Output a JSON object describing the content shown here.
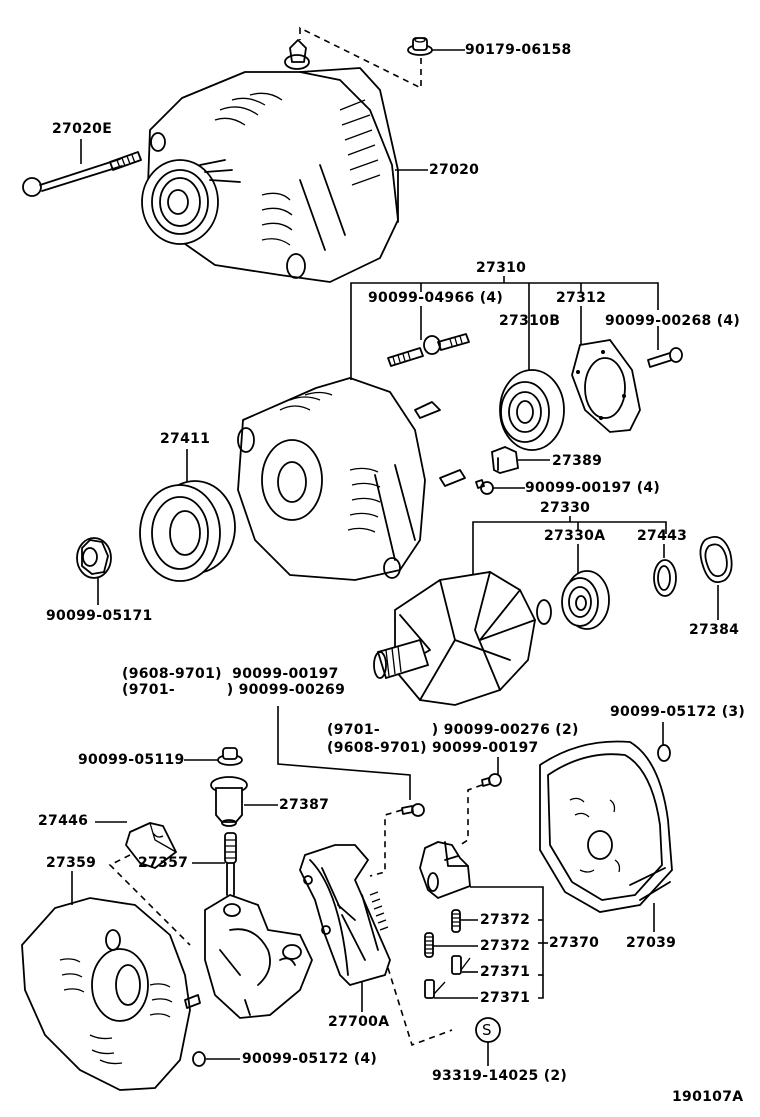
{
  "diagram": {
    "title": "Alternator exploded parts diagram",
    "illustration_code": "190107A",
    "line_color": "#000000",
    "background_color": "#ffffff",
    "parts": [
      {
        "id": "p_90179_06158",
        "label": "90179-06158",
        "depicts": "nut"
      },
      {
        "id": "p_27020E",
        "label": "27020E",
        "depicts": "bolt"
      },
      {
        "id": "p_27020",
        "label": "27020",
        "depicts": "alternator assembly"
      },
      {
        "id": "p_27310",
        "label": "27310",
        "depicts": "drive end frame assembly"
      },
      {
        "id": "p_90099_04966",
        "label": "90099-04966 (4)",
        "depicts": "stud bolt"
      },
      {
        "id": "p_27312",
        "label": "27312",
        "depicts": "bearing retainer plate"
      },
      {
        "id": "p_27310B",
        "label": "27310B",
        "depicts": "bearing"
      },
      {
        "id": "p_90099_00268",
        "label": "90099-00268 (4)",
        "depicts": "screw"
      },
      {
        "id": "p_27411",
        "label": "27411",
        "depicts": "pulley"
      },
      {
        "id": "p_27389",
        "label": "27389",
        "depicts": "cover"
      },
      {
        "id": "p_90099_00197_4",
        "label": "90099-00197 (4)",
        "depicts": "screw"
      },
      {
        "id": "p_27330",
        "label": "27330",
        "depicts": "rotor assembly"
      },
      {
        "id": "p_27330A",
        "label": "27330A",
        "depicts": "rotor bearing"
      },
      {
        "id": "p_27443",
        "label": "27443",
        "depicts": "bearing cover"
      },
      {
        "id": "p_27384",
        "label": "27384",
        "depicts": "insulator ring"
      },
      {
        "id": "p_90099_05171",
        "label": "90099-05171",
        "depicts": "pulley nut"
      },
      {
        "id": "p_group_a",
        "lines": [
          "(9608-9701)  90099-00197",
          "(9701-          ) 90099-00269"
        ],
        "depicts": "screw (date variants)"
      },
      {
        "id": "p_group_b",
        "lines": [
          "(9701-          ) 90099-00276 (2)",
          "(9608-9701) 90099-00197"
        ],
        "depicts": "screw (date variants)"
      },
      {
        "id": "p_90099_05172_3",
        "label": "90099-05172 (3)",
        "depicts": "nut"
      },
      {
        "id": "p_90099_05119",
        "label": "90099-05119",
        "depicts": "nut"
      },
      {
        "id": "p_27387",
        "label": "27387",
        "depicts": "terminal insulator"
      },
      {
        "id": "p_27446",
        "label": "27446",
        "depicts": "cap"
      },
      {
        "id": "p_27357",
        "label": "27357",
        "depicts": "rectifier holder"
      },
      {
        "id": "p_27359",
        "label": "27359",
        "depicts": "rear end cover"
      },
      {
        "id": "p_27372_a",
        "label": "27372",
        "depicts": "brush spring"
      },
      {
        "id": "p_27372_b",
        "label": "27372",
        "depicts": "brush spring"
      },
      {
        "id": "p_27370",
        "label": "27370",
        "depicts": "brush holder assembly"
      },
      {
        "id": "p_27039",
        "label": "27039",
        "depicts": "rear end frame"
      },
      {
        "id": "p_27371_a",
        "label": "27371",
        "depicts": "brush"
      },
      {
        "id": "p_27371_b",
        "label": "27371",
        "depicts": "brush"
      },
      {
        "id": "p_27700A",
        "label": "27700A",
        "depicts": "voltage regulator"
      },
      {
        "id": "p_S",
        "label": "S",
        "depicts": "standard part marker"
      },
      {
        "id": "p_93319_14025",
        "label": "93319-14025 (2)",
        "depicts": "screw"
      },
      {
        "id": "p_90099_05172_4",
        "label": "90099-05172 (4)",
        "depicts": "nut"
      }
    ]
  }
}
